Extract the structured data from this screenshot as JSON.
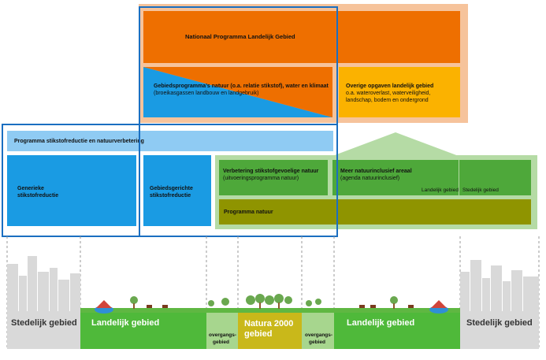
{
  "colors": {
    "orange": "#ee6f00",
    "peach": "#f6c39b",
    "yellow": "#fbb200",
    "blue": "#1a9be3",
    "light_blue": "#8fcbf3",
    "outline_blue": "#1b6fc1",
    "green": "#4ea83a",
    "light_green": "#b5dba5",
    "olive": "#8f9400",
    "land_green": "#4fb93a",
    "transition_green": "#a7d68e",
    "natura_yellow": "#c9b81a",
    "urban_gray": "#d9d9d9"
  },
  "programs": {
    "npl_title": "Nationaal Programma Landelijk Gebied",
    "gebieds_title": "Gebiedsprogramma’s natuur (o.a. relatie stikstof), water en klimaat",
    "gebieds_sub": "(broeikasgassen landbouw en landgebruik)",
    "overige_title": "Overige opgaven  landelijk gebied",
    "overige_sub_1": "o.a. wateroverlast, waterveiligheid,",
    "overige_sub_2": "landschap, bodem en ondergrond",
    "stikstof_bar": "Programma stikstofreductie en natuurverbetering",
    "generieke_1": "Generieke",
    "generieke_2": "stikstofreductie",
    "gebiedsgericht_1": "Gebiedsgerichte",
    "gebiedsgericht_2": "stikstofreductie",
    "verbetering_title": "Verbetering stikstofgevoelige natuur",
    "verbetering_sub": "(uitvoeringsprogramma natuur)",
    "meer_title": "Meer natuurinclusief areaal",
    "meer_sub": "(agenda natuurinclusief)",
    "landelijk_small": "Landelijk gebied",
    "stedelijk_small": "Stedelijk gebied",
    "programma_natuur": "Programma natuur"
  },
  "zones": {
    "stedelijk_left": "Stedelijk gebied",
    "landelijk_left": "Landelijk gebied",
    "overgang_left_1": "overgangs-",
    "overgang_left_2": "gebied",
    "natura_1": "Natura 2000",
    "natura_2": "gebied",
    "overgang_right_1": "overgangs-",
    "overgang_right_2": "gebied",
    "landelijk_right": "Landelijk gebied",
    "stedelijk_right": "Stedelijk gebied"
  }
}
